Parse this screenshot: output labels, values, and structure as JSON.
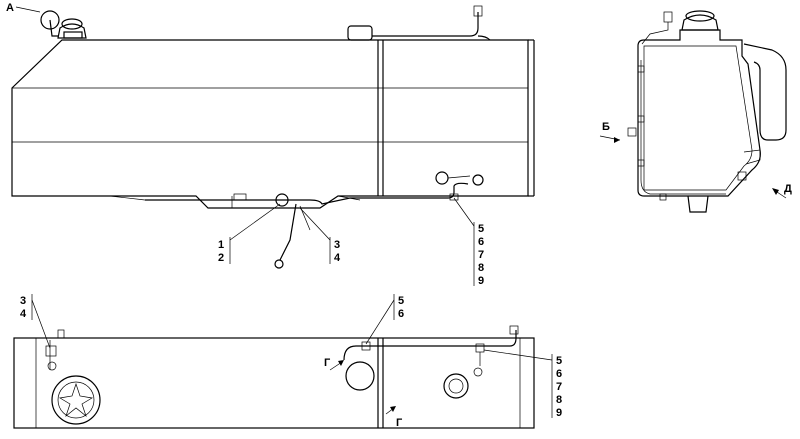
{
  "views": {
    "side": {
      "callouts": [
        {
          "id": "view-a",
          "lines": [
            "А"
          ]
        },
        {
          "id": "pos-1-2",
          "lines": [
            "1",
            "2"
          ]
        },
        {
          "id": "pos-3-4",
          "lines": [
            "3",
            "4"
          ]
        },
        {
          "id": "pos-5-9",
          "lines": [
            "5",
            "6",
            "7",
            "8",
            "9"
          ]
        }
      ]
    },
    "end": {
      "callouts": [
        {
          "id": "view-b",
          "lines": [
            "Б"
          ]
        },
        {
          "id": "view-d",
          "lines": [
            "Д"
          ]
        }
      ]
    },
    "bottom": {
      "callouts": [
        {
          "id": "pos-3-4",
          "lines": [
            "3",
            "4"
          ]
        },
        {
          "id": "pos-5-6",
          "lines": [
            "5",
            "6"
          ]
        },
        {
          "id": "section-g-left",
          "lines": [
            "Г"
          ]
        },
        {
          "id": "section-g-right",
          "lines": [
            "Г"
          ]
        },
        {
          "id": "pos-5-9",
          "lines": [
            "5",
            "6",
            "7",
            "8",
            "9"
          ]
        }
      ]
    }
  }
}
